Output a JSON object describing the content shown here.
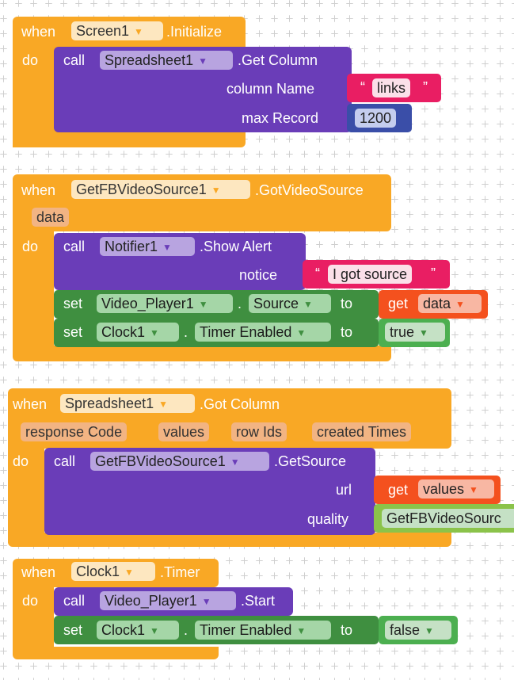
{
  "blocks": {
    "b1": {
      "when": "when",
      "component": "Screen1",
      "event": ".Initialize",
      "do": "do",
      "call": "call",
      "callComponent": "Spreadsheet1",
      "method": ".Get Column",
      "arg1_label": "column Name",
      "arg1_value": "links",
      "arg2_label": "max Record",
      "arg2_value": "1200"
    },
    "b2": {
      "when": "when",
      "component": "GetFBVideoSource1",
      "event": ".GotVideoSource",
      "param": "data",
      "do": "do",
      "call": "call",
      "callComponent": "Notifier1",
      "method": ".Show Alert",
      "arg_label": "notice",
      "arg_value": "I got source",
      "set1": "set",
      "set1_comp": "Video_Player1",
      "set1_prop": "Source",
      "to": "to",
      "get": "get",
      "get_var": "data",
      "set2": "set",
      "set2_comp": "Clock1",
      "set2_prop": "Timer Enabled",
      "set2_val": "true",
      "dot": "."
    },
    "b3": {
      "when": "when",
      "component": "Spreadsheet1",
      "event": ".Got Column",
      "params": [
        "response Code",
        "values",
        "row Ids",
        "created Times"
      ],
      "do": "do",
      "call": "call",
      "callComponent": "GetFBVideoSource1",
      "method": ".GetSource",
      "arg1_label": "url",
      "get": "get",
      "get_var": "values",
      "arg2_label": "quality",
      "arg2_value": "GetFBVideoSourc"
    },
    "b4": {
      "when": "when",
      "component": "Clock1",
      "event": ".Timer",
      "do": "do",
      "call": "call",
      "callComponent": "Video_Player1",
      "method": ".Start",
      "set": "set",
      "set_comp": "Clock1",
      "set_prop": "Timer Enabled",
      "to": "to",
      "set_val": "false",
      "dot": "."
    }
  },
  "quote_left": "“",
  "quote_right": "”",
  "arrow": "▼",
  "colors": {
    "event": "#f9a825",
    "procedure": "#6a3db8",
    "setter": "#3f8f40",
    "text": "#e91e63",
    "number": "#3a4ea8",
    "getter": "#f4511e",
    "boolean": "#4caf50"
  }
}
